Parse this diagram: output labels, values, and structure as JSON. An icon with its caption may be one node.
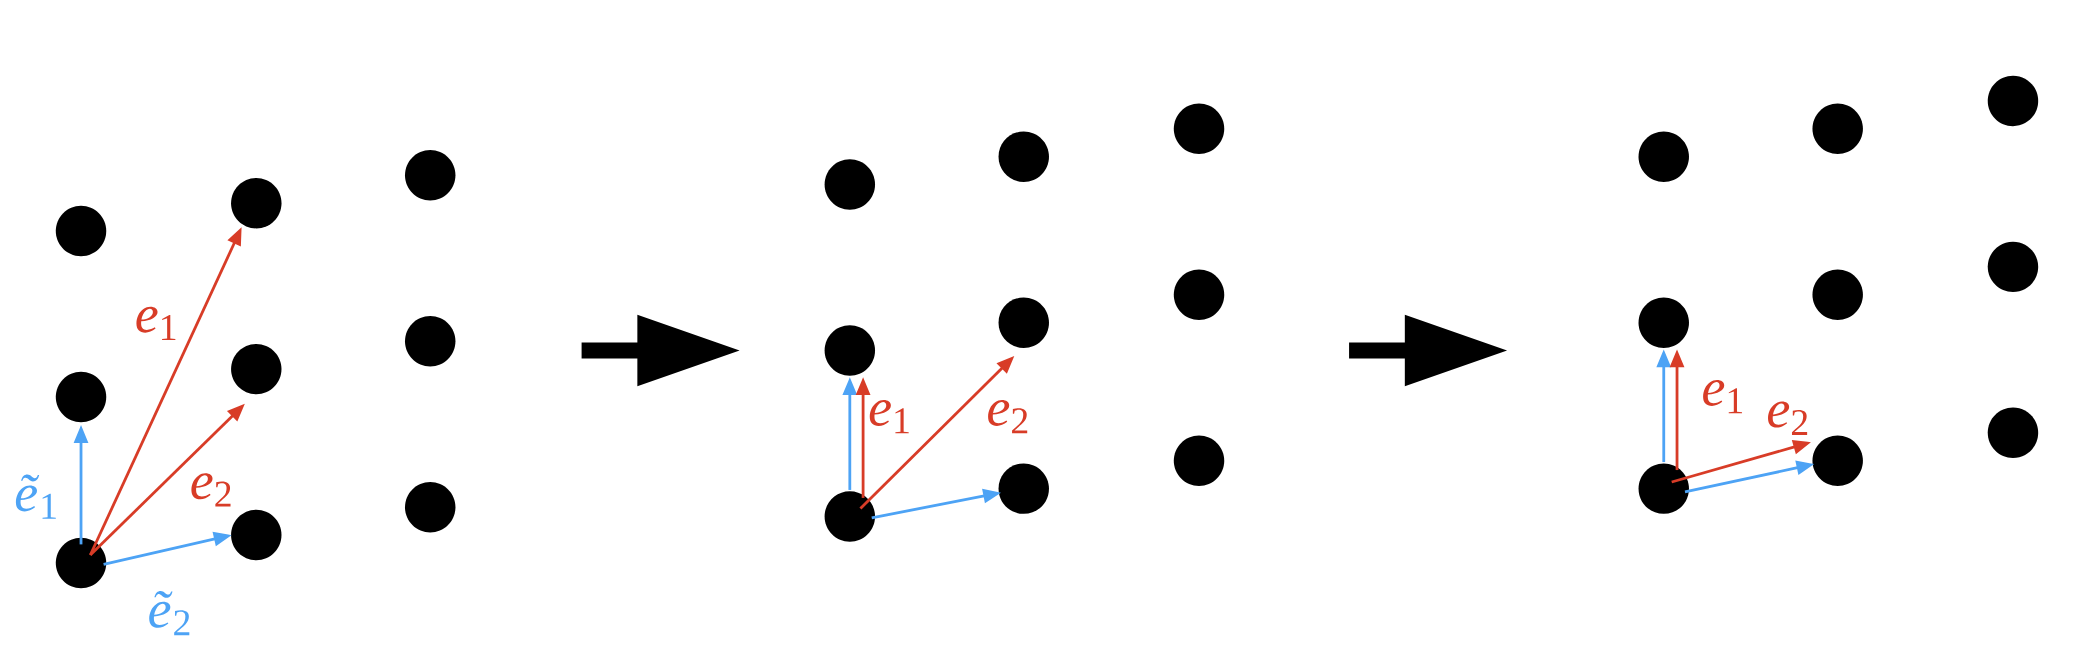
{
  "diagram": {
    "nodes": [
      {
        "text": [],
        "shape": "circle"
      },
      {
        "text": [],
        "shape": "circle"
      },
      {
        "text": [],
        "shape": "circle"
      },
      {
        "text": [],
        "shape": "circle"
      },
      {
        "text": [],
        "shape": "circle"
      },
      {
        "text": [],
        "shape": "circle"
      },
      {
        "text": [],
        "shape": "circle"
      },
      {
        "text": [],
        "shape": "circle"
      },
      {
        "text": [],
        "shape": "circle"
      },
      {
        "text": [],
        "shape": "circle"
      },
      {
        "text": [],
        "shape": "circle"
      },
      {
        "text": [],
        "shape": "circle"
      },
      {
        "text": [],
        "shape": "circle"
      },
      {
        "text": [],
        "shape": "circle"
      },
      {
        "text": [],
        "shape": "circle"
      },
      {
        "text": [],
        "shape": "circle"
      },
      {
        "text": [],
        "shape": "circle"
      },
      {
        "text": [],
        "shape": "circle"
      },
      {
        "text": [],
        "shape": "circle"
      },
      {
        "text": [],
        "shape": "circle"
      },
      {
        "text": [],
        "shape": "circle"
      },
      {
        "text": [],
        "shape": "circle"
      },
      {
        "text": [],
        "shape": "circle"
      },
      {
        "text": [],
        "shape": "circle"
      },
      {
        "text": [],
        "shape": "circle"
      },
      {
        "text": [],
        "shape": "circle"
      },
      {
        "text": [],
        "shape": "circle"
      }
    ],
    "edges": [
      {
        "from": 2,
        "to": 1,
        "arrow": "to",
        "color": "#4da3f5",
        "label": "*ẽ*$_{1}$"
      },
      {
        "from": 2,
        "to": 5,
        "arrow": "to",
        "color": "#4da3f5",
        "label": "*ẽ*$_{2}$"
      },
      {
        "from": 2,
        "to": 3,
        "arrow": "to",
        "color": "#d83c27",
        "label": "*e*$_{1}$"
      },
      {
        "from": 2,
        "to": 4,
        "arrow": "to",
        "color": "#d83c27",
        "label": "*e*$_{2}$"
      },
      {
        "from": 11,
        "to": 10,
        "arrow": "to",
        "color": "#4da3f5"
      },
      {
        "from": 11,
        "to": 10,
        "arrow": "to",
        "color": "#d83c27",
        "label": "*e*$_{1}$"
      },
      {
        "from": 11,
        "to": 13,
        "arrow": "to",
        "color": "#d83c27",
        "label": "*e*$_{2}$"
      },
      {
        "from": 11,
        "to": 14,
        "arrow": "to",
        "color": "#4da3f5"
      },
      {
        "from": 20,
        "to": 19,
        "arrow": "to",
        "color": "#4da3f5"
      },
      {
        "from": 20,
        "to": 19,
        "arrow": "to",
        "color": "#d83c27",
        "label": "*e*$_{1}$"
      },
      {
        "from": 20,
        "to": 23,
        "arrow": "to",
        "color": "#d83c27",
        "label": "*e*$_{2}$"
      },
      {
        "from": 20,
        "to": 23,
        "arrow": "to",
        "color": "#4da3f5"
      }
    ]
  }
}
